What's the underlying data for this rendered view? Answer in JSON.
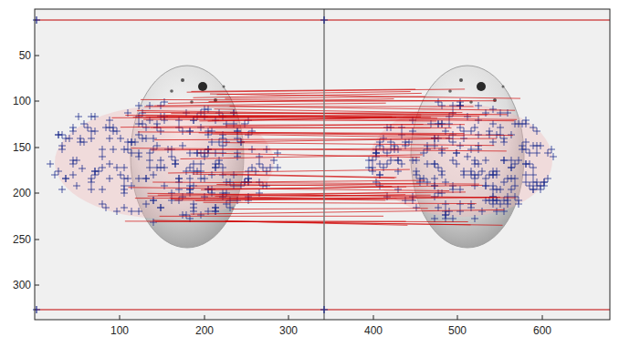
{
  "diagram": {
    "labels": [
      "50",
      "100",
      "150",
      "200",
      "250",
      "300",
      "100",
      "200",
      "300",
      "400",
      "500",
      "600"
    ]
  }
}
